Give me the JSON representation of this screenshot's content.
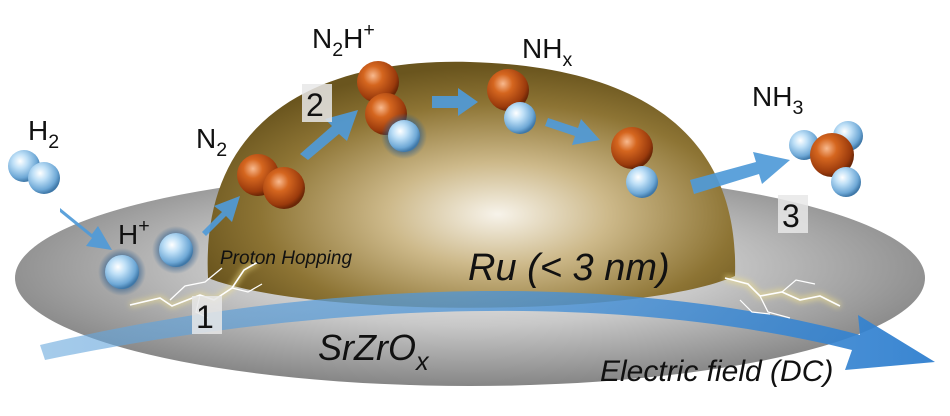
{
  "labels": {
    "h2": {
      "main": "H",
      "sub": "2"
    },
    "h_plus": {
      "main": "H",
      "sup": "+"
    },
    "n2": {
      "main": "N",
      "sub": "2"
    },
    "n2h_plus": {
      "n": "N",
      "sub": "2",
      "h": "H",
      "sup": "+"
    },
    "nhx": {
      "main": "NH",
      "sub": "x"
    },
    "nh3": {
      "main": "NH",
      "sub": "3"
    },
    "ru": "Ru (< 3 nm)",
    "proton_hopping": "Proton Hopping",
    "support": {
      "main": "SrZrO",
      "sub": "x"
    },
    "field": "Electric field (DC)"
  },
  "steps": [
    "1",
    "2",
    "3"
  ],
  "colors": {
    "hydrogen": "#8fc3ea",
    "nitrogen": "#c4561c",
    "ru_dome": "#a58b45",
    "support": "#b5b5b5",
    "arrow": "#4f9ad8"
  }
}
